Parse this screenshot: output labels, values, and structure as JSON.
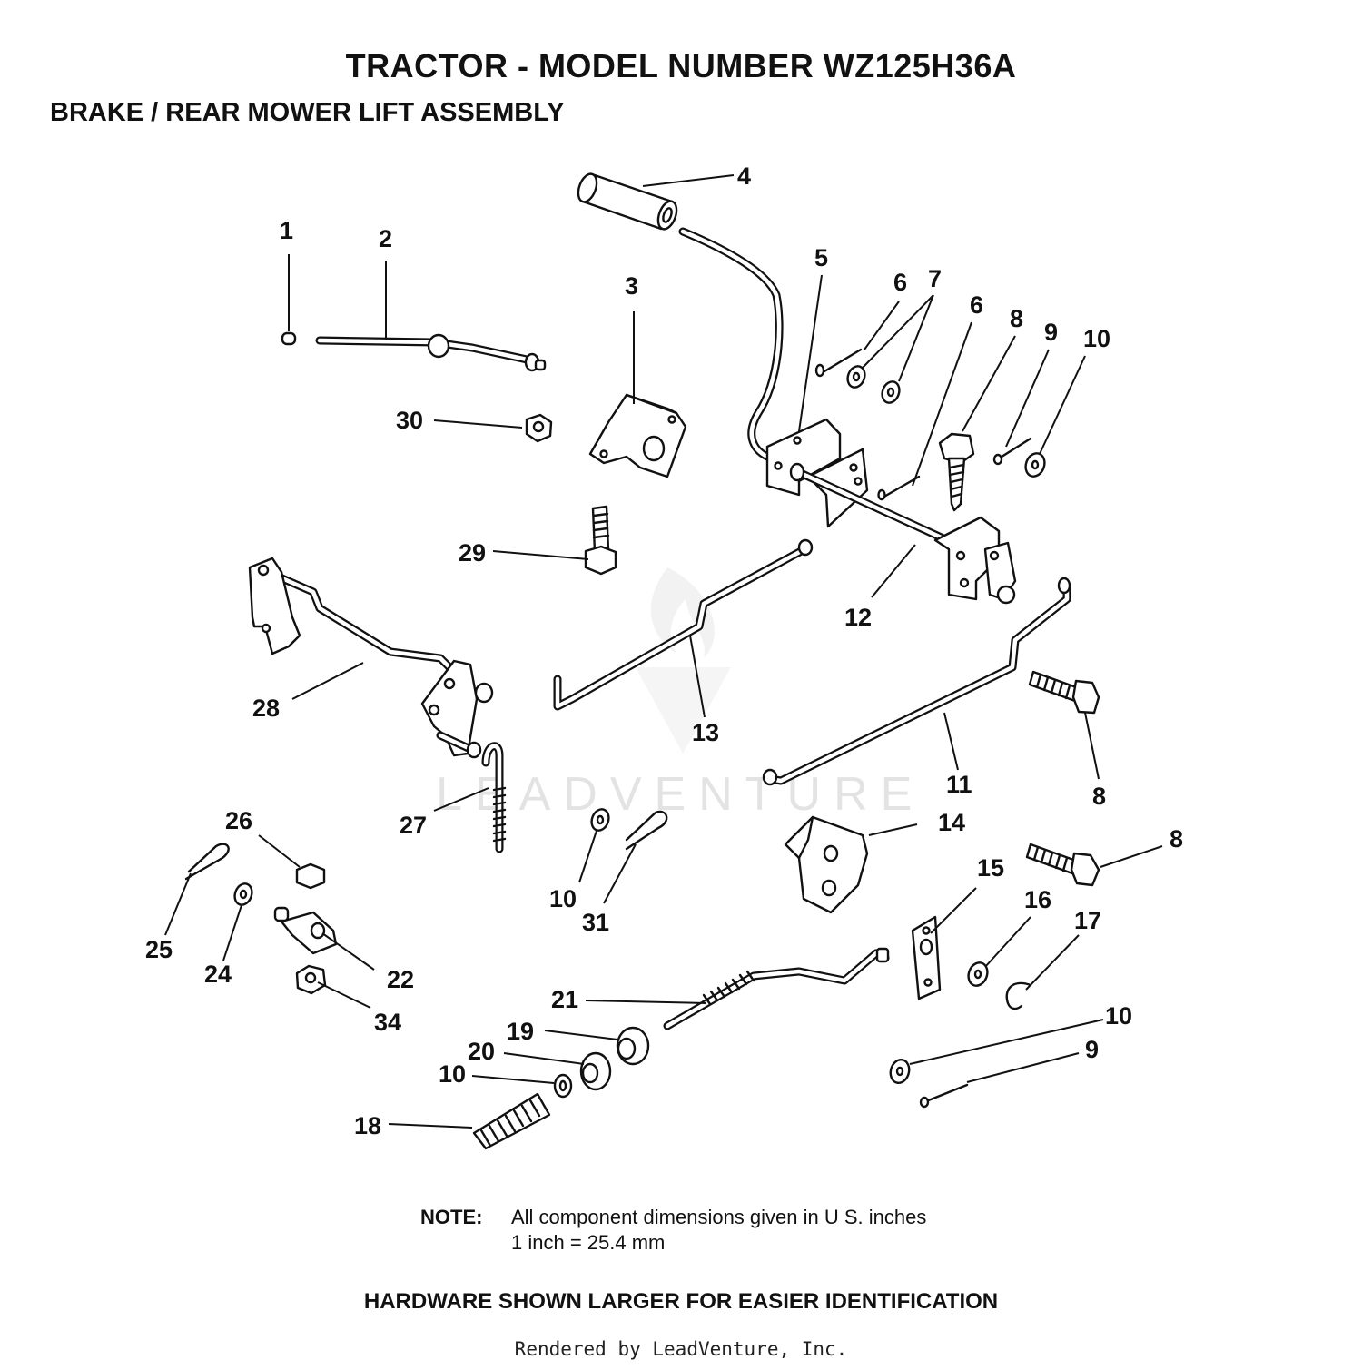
{
  "header": {
    "title": "TRACTOR  - MODEL NUMBER WZ125H36A",
    "subtitle": "BRAKE / REAR MOWER LIFT ASSEMBLY"
  },
  "watermark": "LEADVENTURE",
  "callouts": [
    "1",
    "2",
    "3",
    "4",
    "5",
    "6",
    "7",
    "6",
    "8",
    "9",
    "10",
    "30",
    "29",
    "12",
    "28",
    "13",
    "11",
    "8",
    "27",
    "26",
    "10",
    "31",
    "14",
    "8",
    "25",
    "24",
    "22",
    "34",
    "15",
    "16",
    "17",
    "21",
    "19",
    "20",
    "10",
    "18",
    "10",
    "9"
  ],
  "footer": {
    "note_label": "NOTE:",
    "note_line1": "All component dimensions given in U S. inches",
    "note_line2": "1 inch = 25.4 mm",
    "hardware_notice": "HARDWARE SHOWN LARGER FOR EASIER IDENTIFICATION",
    "credit": "Rendered by LeadVenture, Inc."
  }
}
